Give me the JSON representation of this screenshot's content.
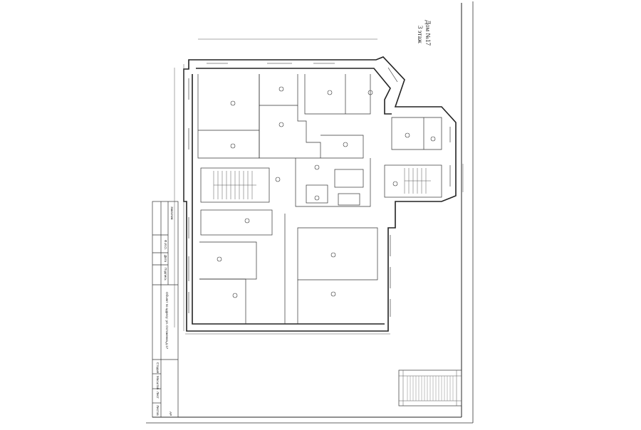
{
  "drawing": {
    "title": "Дом №17",
    "floor": "3 этаж"
  },
  "title_block": {
    "customer_label": "Заказчик",
    "name_label": "Ф.И.О.",
    "date_label": "Дата",
    "signature_label": "Подпись",
    "object": "Объект по адресу: ул. Остоженка,д.17",
    "stage_label": "Стадия",
    "scale_label": "Масштаб",
    "sheet_label": "Лист",
    "sheets_label": "Листов",
    "section_code": "АР"
  }
}
